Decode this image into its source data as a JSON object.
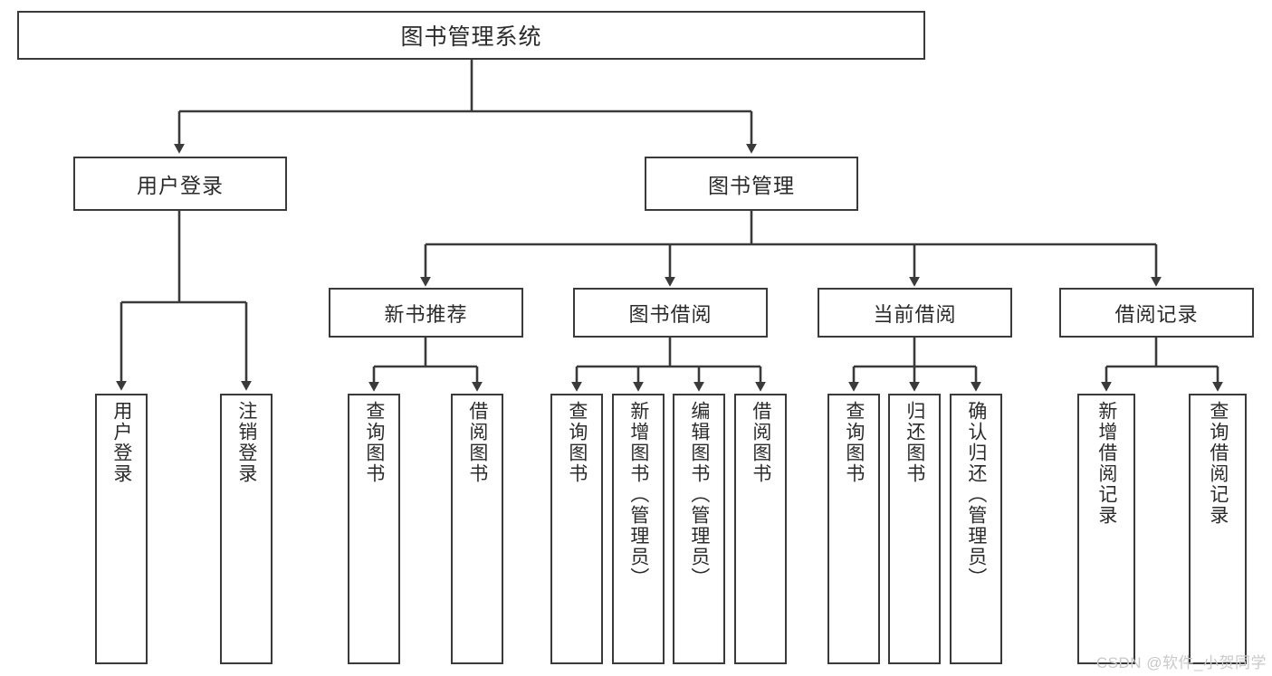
{
  "diagram": {
    "type": "tree",
    "title": "图书管理系统",
    "watermark": "CSDN @软件_小贺同学",
    "colors": {
      "stroke": "#3a3a3a",
      "fill": "#ffffff",
      "text": "#2b2b2b",
      "watermark": "#c9c9c9"
    },
    "nodes": {
      "root": {
        "label": "图书管理系统"
      },
      "tier1": [
        {
          "id": "user-login",
          "label": "用户登录"
        },
        {
          "id": "book-manage",
          "label": "图书管理"
        }
      ],
      "tier2": [
        {
          "id": "new-book-rec",
          "label": "新书推荐"
        },
        {
          "id": "book-borrow",
          "label": "图书借阅"
        },
        {
          "id": "current-borrow",
          "label": "当前借阅"
        },
        {
          "id": "borrow-record",
          "label": "借阅记录"
        }
      ],
      "leaves": {
        "user-login": [
          {
            "id": "login",
            "label": "用户登录"
          },
          {
            "id": "logout",
            "label": "注销登录"
          }
        ],
        "new-book-rec": [
          {
            "id": "query-book-1",
            "label": "查询图书"
          },
          {
            "id": "borrow-book-1",
            "label": "借阅图书"
          }
        ],
        "book-borrow": [
          {
            "id": "query-book-2",
            "label": "查询图书"
          },
          {
            "id": "add-book",
            "label": "新增图书（管理员）"
          },
          {
            "id": "edit-book",
            "label": "编辑图书（管理员）"
          },
          {
            "id": "borrow-book-2",
            "label": "借阅图书"
          }
        ],
        "current-borrow": [
          {
            "id": "query-book-3",
            "label": "查询图书"
          },
          {
            "id": "return-book",
            "label": "归还图书"
          },
          {
            "id": "confirm-return",
            "label": "确认归还（管理员）"
          }
        ],
        "borrow-record": [
          {
            "id": "add-record",
            "label": "新增借阅记录"
          },
          {
            "id": "query-record",
            "label": "查询借阅记录"
          }
        ]
      }
    }
  }
}
